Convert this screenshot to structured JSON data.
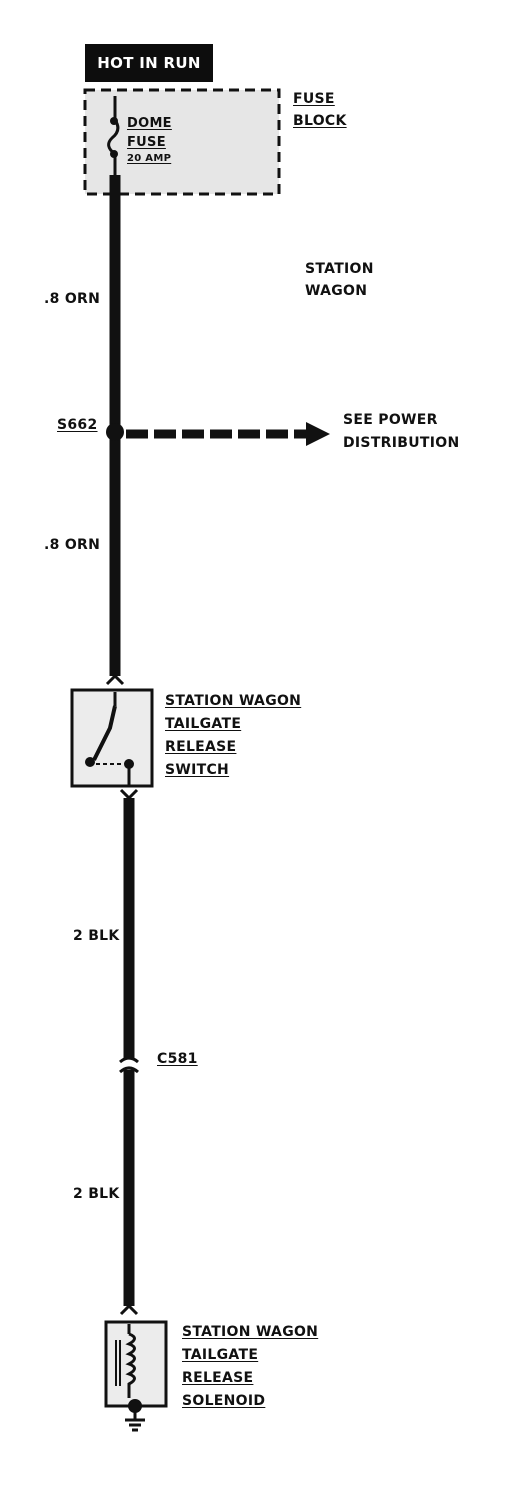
{
  "header": {
    "hot_in_run": "HOT IN RUN"
  },
  "fuse_block": {
    "label": [
      "FUSE",
      "BLOCK"
    ],
    "fuse": [
      "DOME",
      "FUSE",
      "20 AMP"
    ]
  },
  "vehicle_note": [
    "STATION",
    "WAGON"
  ],
  "wires": {
    "upper": ".8 ORN",
    "middle": ".8 ORN",
    "lower_upper": "2 BLK",
    "lower_lower": "2 BLK"
  },
  "splice": {
    "id": "S662",
    "destination": [
      "SEE POWER",
      "DISTRIBUTION"
    ]
  },
  "switch": {
    "label": [
      "STATION WAGON",
      "TAILGATE",
      "RELEASE",
      "SWITCH"
    ]
  },
  "connector": {
    "id": "C581"
  },
  "solenoid": {
    "label": [
      "STATION WAGON",
      "TAILGATE",
      "RELEASE",
      "SOLENOID"
    ]
  },
  "colors": {
    "wire": "#111111",
    "box_fill": "#e2e2e2",
    "page": "#ffffff"
  }
}
